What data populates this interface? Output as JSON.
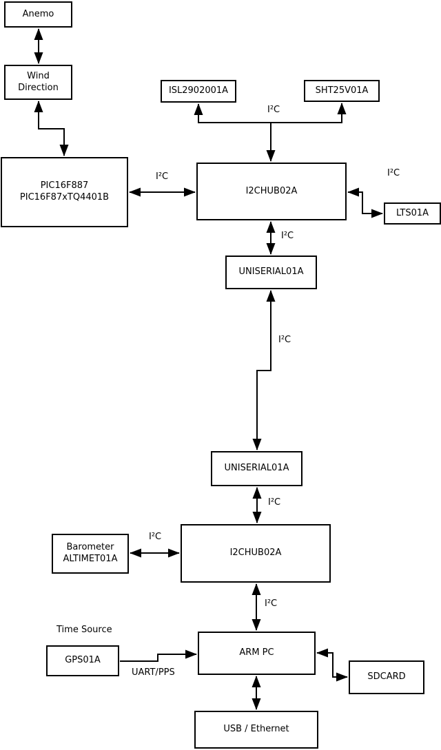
{
  "diagram": {
    "nodes": {
      "anemo": {
        "label": "Anemo"
      },
      "wind": {
        "line1": "Wind",
        "line2": "Direction"
      },
      "pic": {
        "line1": "PIC16F887",
        "line2": "PIC16F87xTQ4401B"
      },
      "isl": {
        "label": "ISL2902001A"
      },
      "sht": {
        "label": "SHT25V01A"
      },
      "hub1": {
        "label": "I2CHUB02A"
      },
      "lts": {
        "label": "LTS01A"
      },
      "uniserial1": {
        "label": "UNISERIAL01A"
      },
      "uniserial2": {
        "label": "UNISERIAL01A"
      },
      "hub2": {
        "label": "I2CHUB02A"
      },
      "barometer": {
        "line1": "Barometer",
        "line2": "ALTIMET01A"
      },
      "gps": {
        "label": "GPS01A"
      },
      "arm_pc": {
        "label": "ARM PC"
      },
      "sdcard": {
        "label": "SDCARD"
      },
      "usb": {
        "label": "USB / Ethernet"
      }
    },
    "edge_labels": {
      "i2c": "I²C",
      "time_source": "Time Source",
      "uart_pps": "UART/PPS"
    },
    "colors": {
      "line": "#000000",
      "background": "#ffffff",
      "box_fill": "#ffffff"
    }
  }
}
